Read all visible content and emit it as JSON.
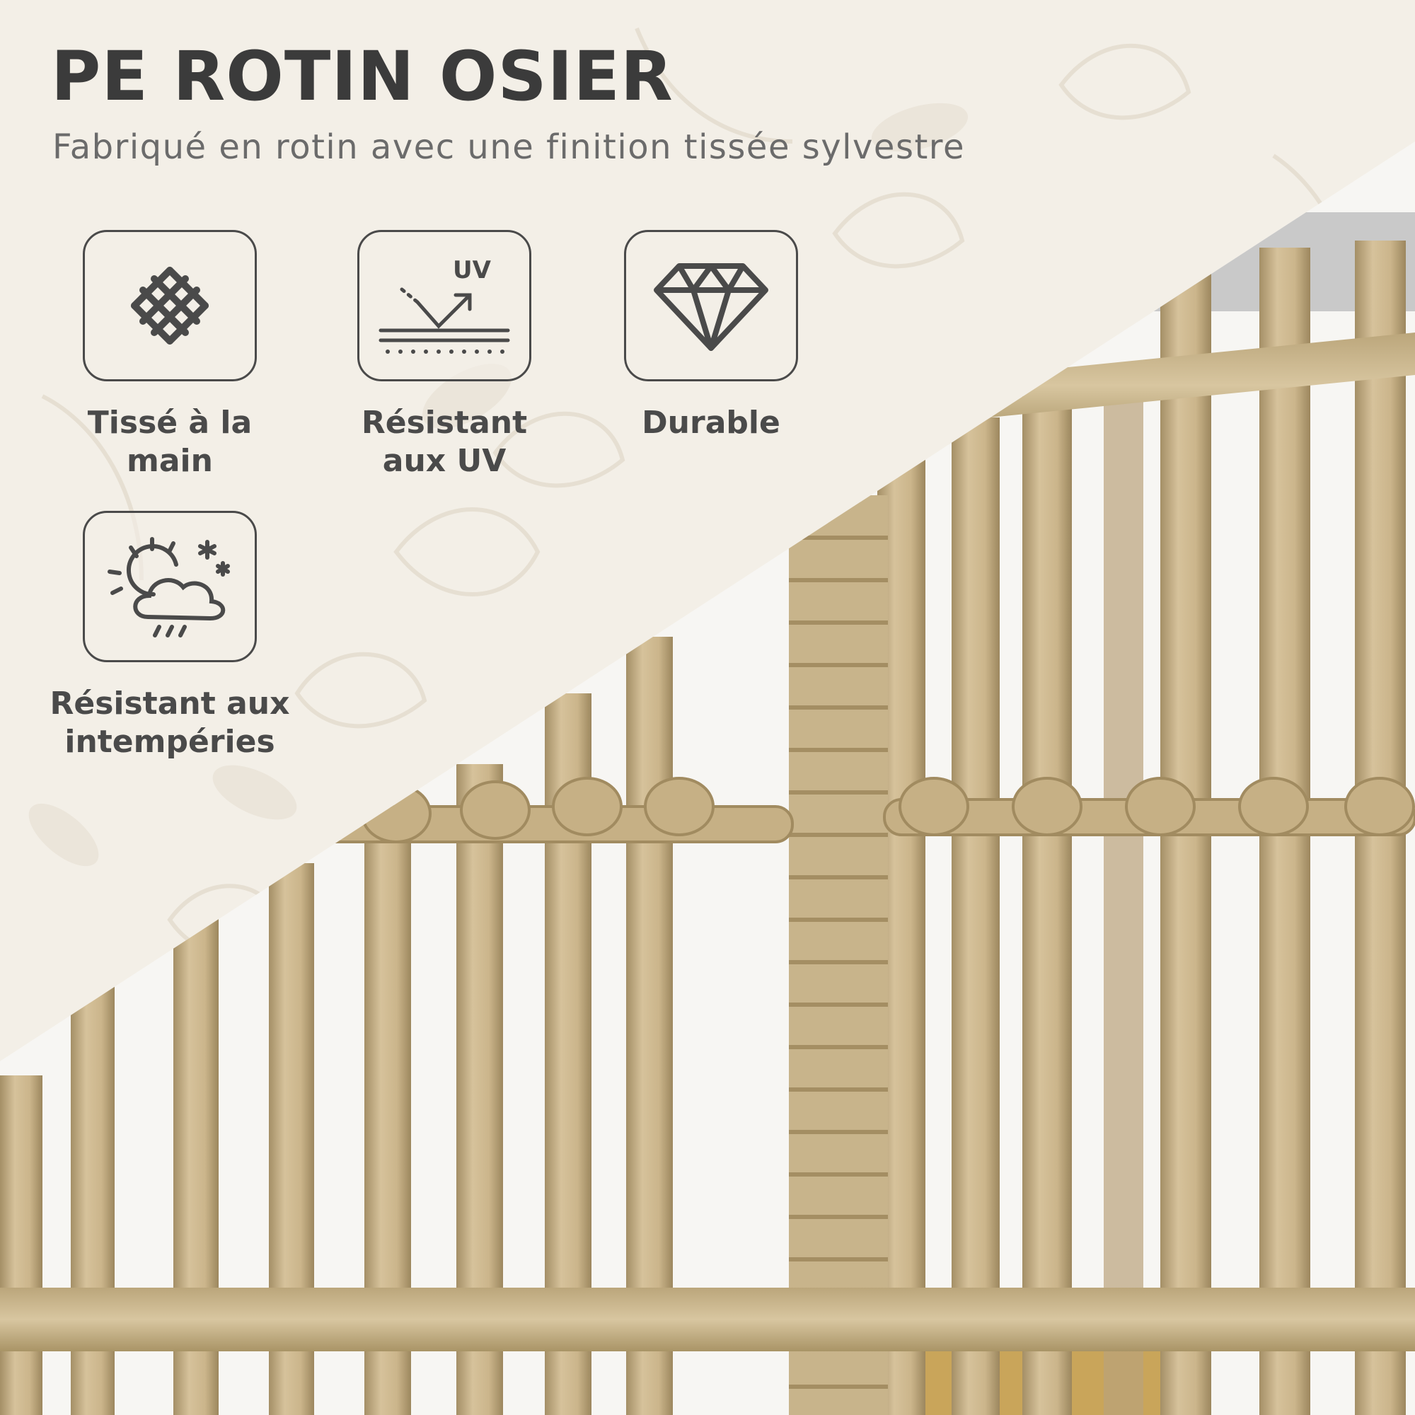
{
  "header": {
    "title": "PE ROTIN OSIER",
    "subtitle": "Fabriqué en rotin avec une finition tissée sylvestre"
  },
  "features": [
    {
      "icon": "weave-icon",
      "label": "Tissé à la main"
    },
    {
      "icon": "uv-icon",
      "label": "Résistant\naux UV",
      "icon_text": "UV"
    },
    {
      "icon": "diamond-icon",
      "label": "Durable"
    },
    {
      "icon": "weather-icon",
      "label": "Résistant aux\nintempéries"
    }
  ],
  "colors": {
    "background": "#f3efe7",
    "text_dark": "#3b3b3b",
    "text_gray": "#6b6b6b",
    "rattan": "#cbb48a"
  }
}
